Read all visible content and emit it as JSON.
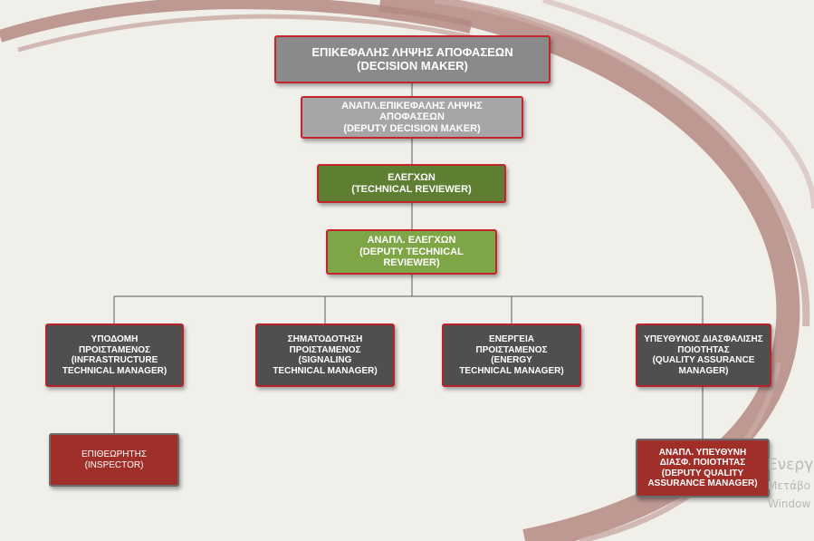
{
  "nodes": {
    "decision_maker": {
      "el": "ΕΠΙΚΕΦΑΛΗΣ ΛΗΨΗΣ ΑΠΟΦΑΣΕΩΝ",
      "en": "(DECISION MAKER)"
    },
    "deputy_decision_maker": {
      "el1": "ΑΝΑΠΛ.ΕΠΙΚΕΦΑΛΗΣ ΛΗΨΗΣ",
      "el2": "ΑΠΟΦΑΣΕΩΝ",
      "en": "(DEPUTY DECISION MAKER)"
    },
    "technical_reviewer": {
      "el": "ΕΛΕΓΧΩΝ",
      "en": "(TECHNICAL REVIEWER)"
    },
    "deputy_technical_reviewer": {
      "el": "ΑΝΑΠΛ. ΕΛΕΓΧΩΝ",
      "en1": "(DEPUTY TECHNICAL",
      "en2": "REVIEWER)"
    },
    "infrastructure": {
      "l1": "ΥΠΟΔΟΜΗ",
      "l2": "ΠΡΟΙΣΤΑΜΕΝΟΣ",
      "l3": "(INFRASTRUCTURE",
      "l4": "TECHNICAL MANAGER)"
    },
    "signaling": {
      "l1": "ΣΗΜΑΤΟΔΟΤΗΣΗ",
      "l2": "ΠΡΟΙΣΤΑΜΕΝΟΣ",
      "l3": "(SIGNALING",
      "l4": "TECHNICAL MANAGER)"
    },
    "energy": {
      "l1": "ΕΝΕΡΓΕΙΑ",
      "l2": "ΠΡΟΙΣΤΑΜΕΝΟΣ",
      "l3": "(ENERGY",
      "l4": "TECHNICAL MANAGER)"
    },
    "quality": {
      "l1": "ΥΠΕΥΘΥΝΟΣ ΔΙΑΣΦΑΛΙΣΗΣ",
      "l2": "ΠΟΙΟΤΗΤΑΣ",
      "l3": "(QUALITY ASSURANCE",
      "l4": "MANAGER)"
    },
    "inspector": {
      "el": "ΕΠΙΘΕΩΡΗΤΗΣ",
      "en": "(INSPECTOR)"
    },
    "deputy_quality": {
      "l1": "ΑΝΑΠΛ. ΥΠΕΥΘΥΝΗ",
      "l2": "ΔΙΑΣΦ. ΠΟΙΟΤΗΤΑΣ",
      "l3": "(DEPUTY QUALITY",
      "l4": "ASSURANCE MANAGER)"
    }
  },
  "watermark": {
    "line1": "Ενεργ",
    "line2": "Μετάβο",
    "line3": "Window"
  },
  "colors": {
    "background": "#f1efea",
    "swoosh": "#b48a83",
    "node_border": "#c0262b",
    "gray_dark": "#8a8a8a",
    "gray_light": "#a6a6a6",
    "green_dark": "#5e7f32",
    "green_light": "#7fa646",
    "slate": "#4f4f4f",
    "red": "#a02f2a"
  }
}
